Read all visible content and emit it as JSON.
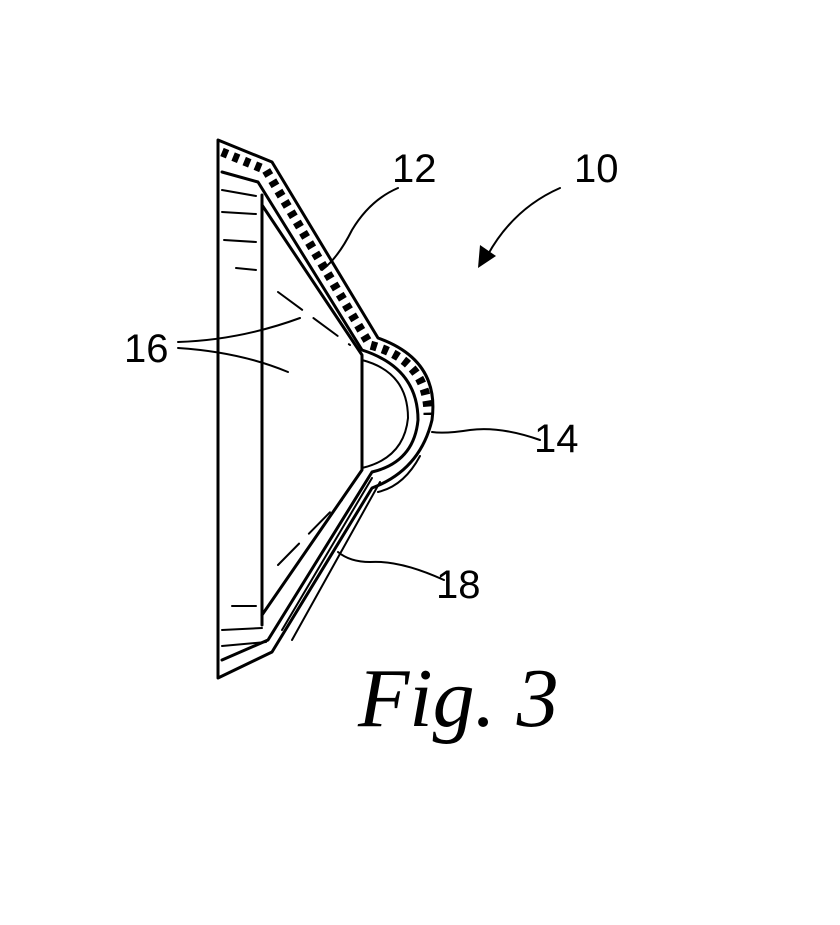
{
  "figure": {
    "caption": "Fig. 3",
    "labels": {
      "assembly": "10",
      "outer_shell": "12",
      "dome": "14",
      "inner_surface": "16",
      "lower_wall": "18"
    }
  }
}
